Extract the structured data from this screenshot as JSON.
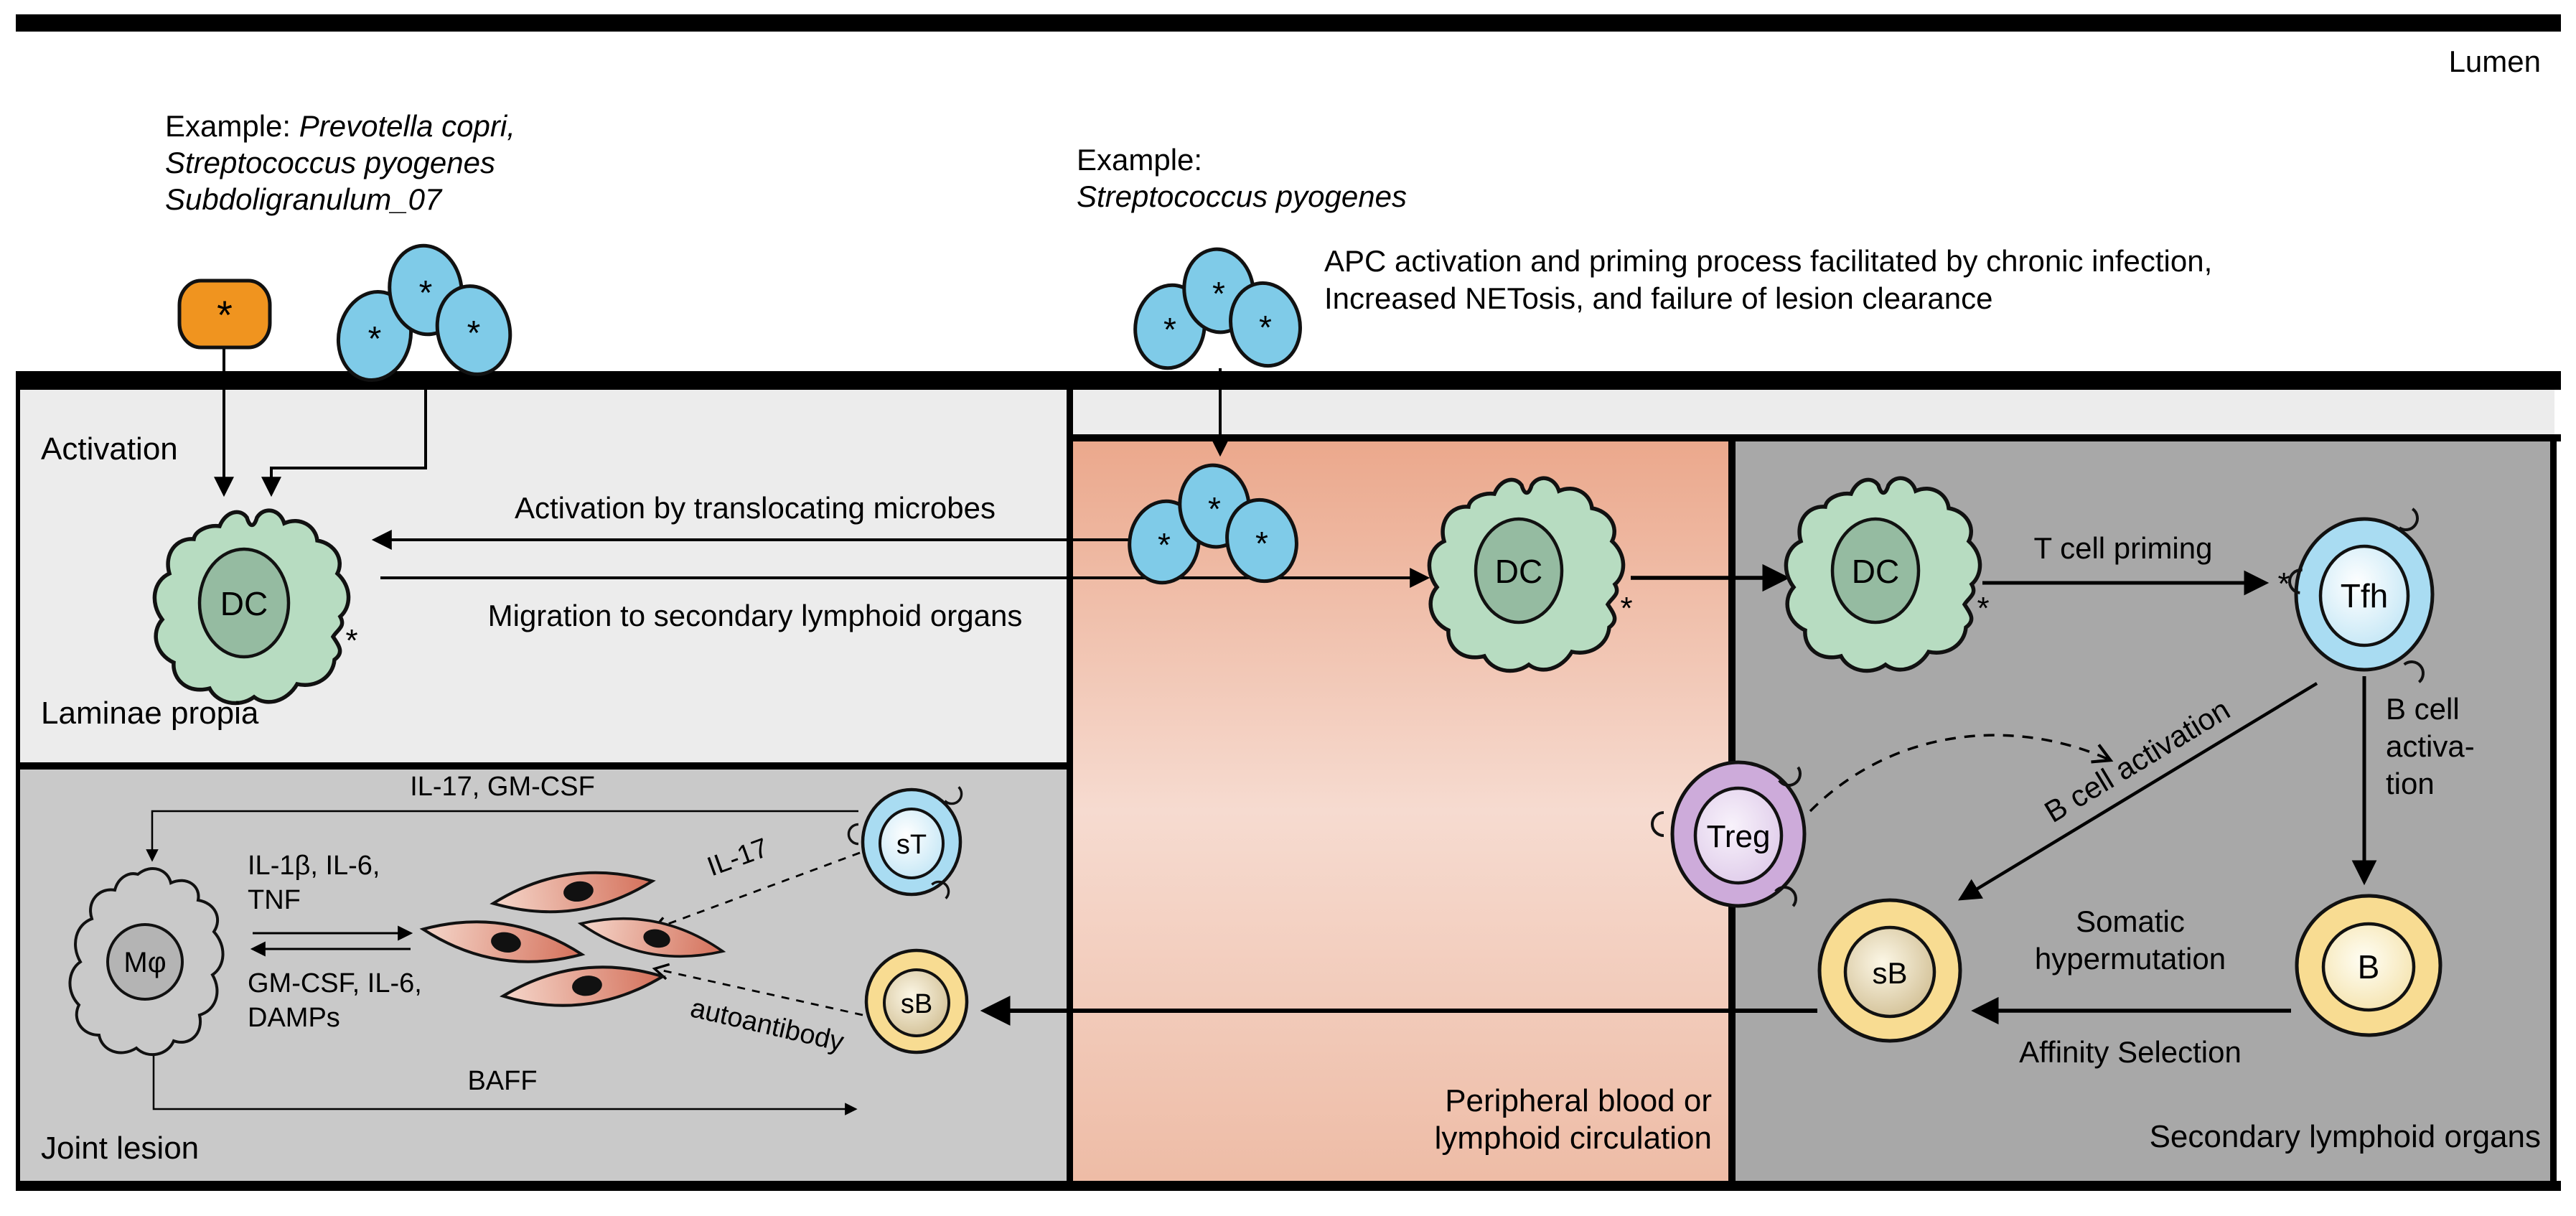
{
  "glyphs": {
    "asterisk": "*"
  },
  "header": {
    "lumen": "Lumen"
  },
  "examples": {
    "left": {
      "prefix": "Example: ",
      "species1": "Prevotella copri,",
      "species2": "Streptococcus pyogenes",
      "species3": "Subdoligranulum_07"
    },
    "mid": {
      "prefix": "Example:",
      "species": "Streptococcus pyogenes"
    },
    "apc_line1": "APC activation and priming process facilitated by chronic infection,",
    "apc_line2": "Increased NETosis, and failure of lesion clearance"
  },
  "panels": {
    "lamina": {
      "activation": "Activation",
      "label": "Laminae propia"
    },
    "joint": {
      "label": "Joint lesion"
    },
    "blood": {
      "label_line1": "Peripheral blood or",
      "label_line2": "lymphoid circulation"
    },
    "slo": {
      "label": "Secondary lymphoid organs"
    }
  },
  "labels": {
    "activation_by_microbes": "Activation by translocating microbes",
    "migration": "Migration to secondary lymphoid organs",
    "t_cell_priming": "T cell priming",
    "b_cell_activation_diagonal": "B cell activation",
    "b_cell_activation_l1": "B cell",
    "b_cell_activation_l2": "activa-",
    "b_cell_activation_l3": "tion",
    "somatic_l1": "Somatic",
    "somatic_l2": "hypermutation",
    "affinity_selection": "Affinity Selection",
    "il17_gmcsf": "IL-17, GM-CSF",
    "il1b_il6": "IL-1β, IL-6,",
    "tnf": "TNF",
    "gmcsf_il6": "GM-CSF, IL-6,",
    "damps": "DAMPs",
    "baff": "BAFF",
    "il17": "IL-17",
    "autoantibody": "autoantibody"
  },
  "cells": {
    "dc": "DC",
    "tfh": "Tfh",
    "treg": "Treg",
    "b": "B",
    "sb": "sB",
    "st": "sT",
    "macrophage": "Mφ"
  },
  "colors": {
    "epithelium_panel": "#ececec",
    "joint_panel": "#c9c9c9",
    "slo_panel": "#a8a8a8",
    "blood_panel_top": "#eba88c",
    "blood_panel_mid": "#f6dbd0",
    "blood_panel_bottom": "#eebca6",
    "microbe_orange": "#f0941f",
    "microbe_blue": "#7fcbe8",
    "dc_body": "#b7dcc1",
    "dc_nucleus": "#95bba1",
    "t_cell": "#a9dcf2",
    "b_cell": "#f8dc92",
    "treg_cell": "#cdabda",
    "fibroblast": "#d4705a",
    "line": "#000000"
  }
}
